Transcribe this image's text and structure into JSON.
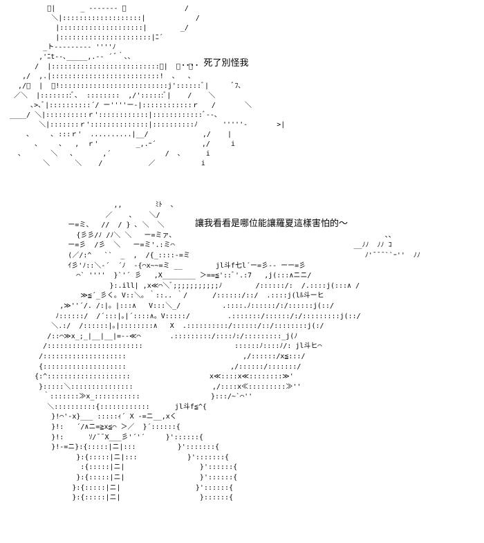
{
  "captions": {
    "line_1": "．．．．死了別怪我",
    "line_2": "讓我看看是哪位能讓羅夏這樣害怕的～"
  },
  "art": {
    "top": "          ﾞ|      _ ------- ､              /\n           ＼|:::::::::::::::::::|            /\n            |::::::::::::::::::::|        _/\n            |::::::::::::::::::::::|ﾆ´\n         _ト--------- ''''ﾉ\n        ,'ﾆt--､_____,.-- ´ ﾞ｀､､\n       /  |::::::::::::::::::::::::::ﾞ|  ､  ､\n    ,/  ,.|::::::::::::::::::::::::::!  ､   ､\n   ,/ﾞ  |  ﾞ!::::::::::::::::::::::::::j'::::::ﾞ|      ﾞﾌ､\n  ／＼  |::::::::ﾞ､  ::::::::  ,/'::::::ﾞ|    /    ＼\n      ､>､ﾞ|::::::::::´/ ー''''ー-|::::::::::::ｒ   /       ＼\n ____/ ＼|::::::::::ｒ'::::::::::::|::::::::::::ﾞ--､\n        ＼|:::::::ｒ'::::::::::::::|::::::::::ﾉ      '''''-       >|\n     ､     ､ :::ｒ'  ..........|__/             ,/    |\n       ､     ､   ,  ｒ'         _,.ｰ´           ,/     i\n   ､       ＼   ､       ,´             /  ､      i\n         ＼      ＼    /           ／           i",
    "bottom": "                          ,,        ﾐﾄ  ､\n                        ／    ､    ＼/\n               ー=ミ、  //  / } ､ ＼  ＼\n                 {彡彡/ﾉ /ﾉ＼ ＼   ー=ミァ､                                                   、、\n               ー=彡  /彡  ＼   ー=ミ'.:ミ⌒                                           __ﾉﾉ  ﾉﾉ ｺ\n               (／/:^   ``  _  ,  /{_::::-=ミ                                          ﾉ'¯¯¯``ｰ''  ﾉﾉ\n               ｲ彡'ﾉ::＼-´  ´ﾉ  -{⌒x~~=ミ __        jl斗f七l´ー=彡-- ーー=彡\n                 ⌒` ''''  }`'´ 彡   ,X________ ＞==≦'::ﾞ'.:7   ,j(:::∧ニニ/\n                         }:.ill| ,x≪⌒＼ﾞ;;;;;;;;;;;ﾉ        /::::::/:  /.::::j(:::∧ /\n                  ≫≦´_彡く｡ V::＼｡ ｀::.. ｀/      /::::::/::/  .::::j(lﾙ斗ーヒ\n             ,≫''´/. /:|。|:::∧   V:::＼_/          .::::.ﾉ::::::/:/::::::j(::/\n            ﾉ::::::/  /´:::|｡|´::::∧。V:::::/         .:::::::/::::::/:/:::::::::j(::/\n           ＼.:/  /::::::|｡|::::::::∧   X  .::::::::::/::::::/::/::::::::j(:/\n          /::⌒≫x_;_|__|__|=--≪⌒       .:::::::::/::::ﾉ:/:::::::::_j(ﾉ\n         /:::::::::::::::::::::::                      ::::::ﾉ::::ﾉ/: jl斗ヒ⌒\n        /::::::::::::::::::::                            ,/::::::/x≦:::/\n        {::::::::::::::::::::                         ,/::::::/:::::::/\n       {:^::::::::::::::::::::                   x≪::::x≪::::::::≫'\n        }:::::＼:::::::::::::::                   ,/::::x≪:::::::::≫''\n         ｀:::::::≫x_:::::::::::                 }:::/~`⌒''\n          ＼::::::::::{::::::::::::      jl斗f≦^{\n           }!⌒'-x}___ :::::ｨ´ X -=ニ__,xく\n           }!:   ´/∧ニ=≧x≦⌒ ＞／  }´::::::{\n           }!:      ｿ/¯¯X___彡'´'´     }'::::::{\n           }!-=ニ}:{:::::|ニ|:::          }':::::::{\n                 }:{:::::|ニ|:::            }':::::::{\n                  :{:::::|ニ|                  }'::::::{\n                 }:{:::::|ニ|                  }'::::::{\n                }:{:::::|ニ|                  }'::::::{\n                }:{:::::|ニ|                   }::::::{"
  }
}
